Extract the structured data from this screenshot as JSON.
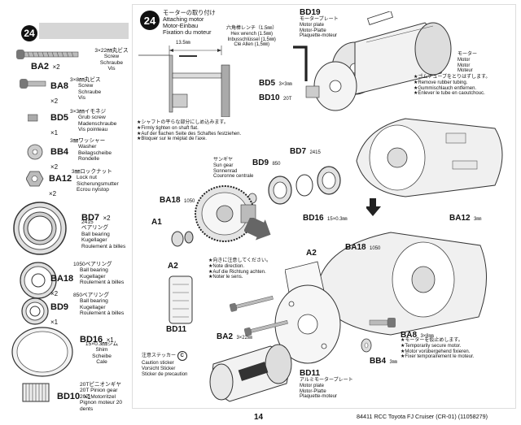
{
  "step_number": "24",
  "parts": [
    {
      "code": "BA2",
      "qty": "×2",
      "desc": [
        "3×22㎜丸ビス",
        "Screw",
        "Schraube",
        "Vis"
      ]
    },
    {
      "code": "BA8",
      "qty": "×2",
      "desc": [
        "3×8㎜丸ビス",
        "Screw",
        "Schraube",
        "Vis"
      ]
    },
    {
      "code": "BD5",
      "qty": "×1",
      "desc": [
        "3×3㎜イモネジ",
        "Grub screw",
        "Madenschraube",
        "Vis pointeau"
      ]
    },
    {
      "code": "BB4",
      "qty": "×2",
      "desc": [
        "3㎜ワッシャー",
        "Washer",
        "Beilagscheibe",
        "Rondelle"
      ]
    },
    {
      "code": "BA12",
      "qty": "×2",
      "desc": [
        "3㎜ロックナット",
        "Lock nut",
        "Sicherungsmutter",
        "Ecrou nylstop"
      ]
    },
    {
      "code": "BD7",
      "qty": "×2",
      "desc": [
        "2415",
        "ベアリング",
        "Ball bearing",
        "Kugellager",
        "Roulement à billes"
      ]
    },
    {
      "code": "BA18",
      "qty": "×2",
      "desc": [
        "1050ベアリング",
        "Ball bearing",
        "Kugellager",
        "Roulement à billes"
      ]
    },
    {
      "code": "BD9",
      "qty": "×1",
      "desc": [
        "850ベアリング",
        "Ball bearing",
        "Kugellager",
        "Roulement à billes"
      ]
    },
    {
      "code": "BD16",
      "qty": "×1",
      "desc": [
        "15×0.3㎜シム",
        "Shim",
        "Scheibe",
        "Cale"
      ]
    },
    {
      "code": "BD10",
      "qty": "×1",
      "desc": [
        "20Tピニオンギヤ",
        "20T Pinion gear",
        "20Z Motorritzel",
        "Pignon moteur 20",
        "dents"
      ]
    }
  ],
  "attach_motor": {
    "jp": "モーターの取り付け",
    "en": "Attaching motor",
    "de": "Motor-Einbau",
    "fr": "Fixation du moteur"
  },
  "dimension": "13.5㎜",
  "hex_wrench": [
    "六角棒レンチ（1.5㎜）",
    "Hex wrench (1.5㎜)",
    "Inbusschlüssel (1,5㎜)",
    "Clé Allen (1,5㎜)"
  ],
  "shaft_note": [
    "★シャフトの平らな部分にしめ込みます。",
    "★Firmly tighten on shaft flat.",
    "★Auf der flachen Seite des Schaftes festziehen.",
    "★Bloquer sur le méplat de l'axe."
  ],
  "bd19": {
    "code": "BD19",
    "desc": [
      "モータープレート",
      "Motor plate",
      "Motor-Platte",
      "Plaquette-moteur"
    ]
  },
  "motor": [
    "モーター",
    "Motor",
    "Motor",
    "Moteur"
  ],
  "tube_note": [
    "★ゴムチューブをとりはずします。",
    "★Remove rubber tubing.",
    "★Gummischlauch entfernen.",
    "★Enlever le tube en caoutchouc."
  ],
  "bd5_label": {
    "code": "BD5",
    "spec": "3×3㎜"
  },
  "bd10_label": {
    "code": "BD10",
    "spec": "20T"
  },
  "bd7_label": {
    "code": "BD7",
    "spec": "2415"
  },
  "bd9_label": {
    "code": "BD9",
    "spec": "850"
  },
  "sun_gear": [
    "サンギヤ",
    "Sun gear",
    "Sonnenrad",
    "Couronne centrale"
  ],
  "ba18_label": {
    "code": "BA18",
    "spec": "1050"
  },
  "bd16_label": {
    "code": "BD16",
    "spec": "15×0.3㎜"
  },
  "a1": "A1",
  "a2_left": "A2",
  "a2_mid": "A2",
  "ba12_label": {
    "code": "BA12",
    "spec": "3㎜"
  },
  "ba18_right": {
    "code": "BA18",
    "spec": "1050"
  },
  "direction_note": [
    "★向きに注意してください。",
    "★Note direction.",
    "★Auf die Richtung achten.",
    "★Noter le sens."
  ],
  "bd11_left": "BD11",
  "ba2_label": {
    "code": "BA2",
    "spec": "3×22㎜"
  },
  "ba8_label": {
    "code": "BA8",
    "spec": "3×8㎜"
  },
  "temp_note": [
    "★モーターを仮止めします。",
    "★Temporarily secure motor.",
    "★Motor vorübergehend fixieren.",
    "★Fixer temporairement le moteur."
  ],
  "bb4_label": {
    "code": "BB4",
    "spec": "3㎜"
  },
  "caution": {
    "jp": "注意ステッカー",
    "mark": "C",
    "lines": [
      "Caution sticker",
      "Vorsicht Sticker",
      "Sticker de precaution"
    ]
  },
  "bd11_bottom": {
    "code": "BD11",
    "desc": [
      "アルミモータープレート",
      "Motor plate",
      "Motor-Platte",
      "Plaquette-moteur"
    ]
  },
  "page_number": "14",
  "footer": "84411 RCC Toyota FJ Cruiser (CR-01) (11058279)",
  "colors": {
    "step_bg": "#111111",
    "parts_bar": "#d6d6d6",
    "arrow": "#555555"
  }
}
